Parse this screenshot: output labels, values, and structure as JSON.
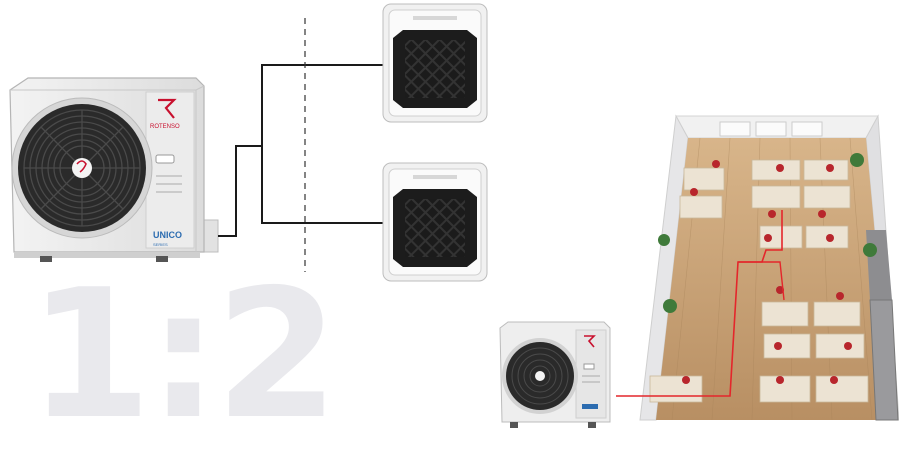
{
  "ratio_text": "1:2",
  "outdoor_unit": {
    "brand": "ROTENSO",
    "series": "UNICO",
    "series_sub": "SERIES"
  },
  "colors": {
    "ratio": "#e9e9ed",
    "brand_red": "#c8102e",
    "pipe": "#1a1a1a",
    "office_pipe": "#e4262b",
    "floor": "#c9a57a",
    "wall": "#e8e8ea"
  },
  "icons": [
    "cassette-unit-icon",
    "outdoor-unit-icon",
    "office-floorplan-illustration"
  ]
}
